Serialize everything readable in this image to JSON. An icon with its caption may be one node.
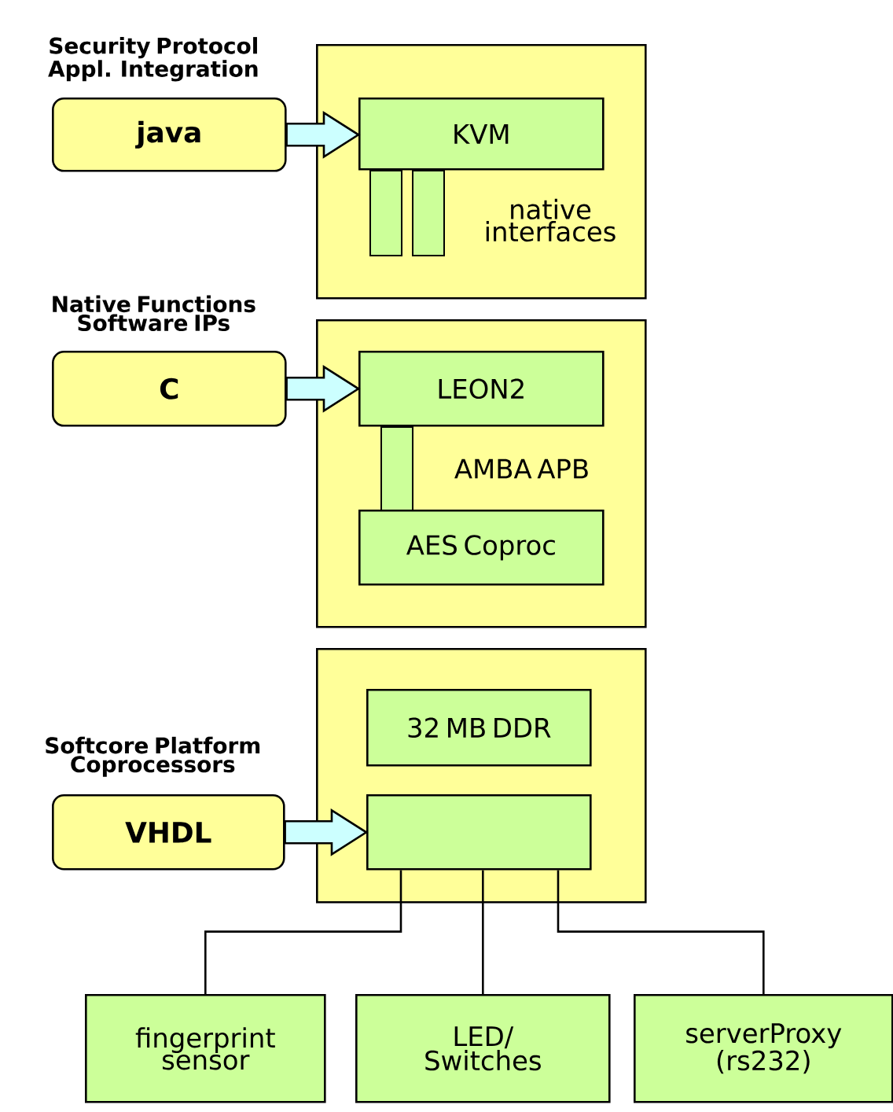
{
  "diagram": {
    "nodes": [
      {
        "text": [
          "native interfaces"
        ]
      },
      {
        "text": [
          "java"
        ],
        "beside": [
          "Security Protocol Appl. Integration"
        ]
      },
      {
        "text": [
          "KVM"
        ],
        "in": 0
      },
      {
        "text": [],
        "shape": "bar",
        "in": 0
      },
      {
        "text": [],
        "shape": "bar",
        "in": 0
      },
      {
        "text": [
          "AMBA APB"
        ]
      },
      {
        "text": [
          "C"
        ],
        "beside": [
          "Native Functions Software IPs"
        ]
      },
      {
        "text": [
          "LEON2"
        ],
        "in": 5
      },
      {
        "text": [],
        "shape": "bar",
        "in": 5
      },
      {
        "text": [
          "AES Coproc"
        ],
        "in": 5
      },
      {
        "text": [],
        "shape": "box"
      },
      {
        "text": [
          "VHDL"
        ],
        "beside": [
          "Softcore Platform Coprocessors"
        ]
      },
      {
        "text": [
          "32 MB DDR"
        ],
        "in": 10
      },
      {
        "text": [],
        "shape": "box",
        "in": 10
      },
      {
        "text": [
          "fingerprint sensor"
        ]
      },
      {
        "text": [
          "LED/ Switches"
        ]
      },
      {
        "text": [
          "serverProxy (rs232)"
        ]
      }
    ],
    "edges": [
      {
        "from": 1,
        "to": 2,
        "arrow": "to"
      },
      {
        "from": 6,
        "to": 7,
        "arrow": "to"
      },
      {
        "from": 11,
        "to": 13,
        "arrow": "to"
      },
      {
        "from": 13,
        "to": 14,
        "arrow": "none"
      },
      {
        "from": 13,
        "to": 15,
        "arrow": "none"
      },
      {
        "from": 13,
        "to": 16,
        "arrow": "none"
      }
    ]
  }
}
